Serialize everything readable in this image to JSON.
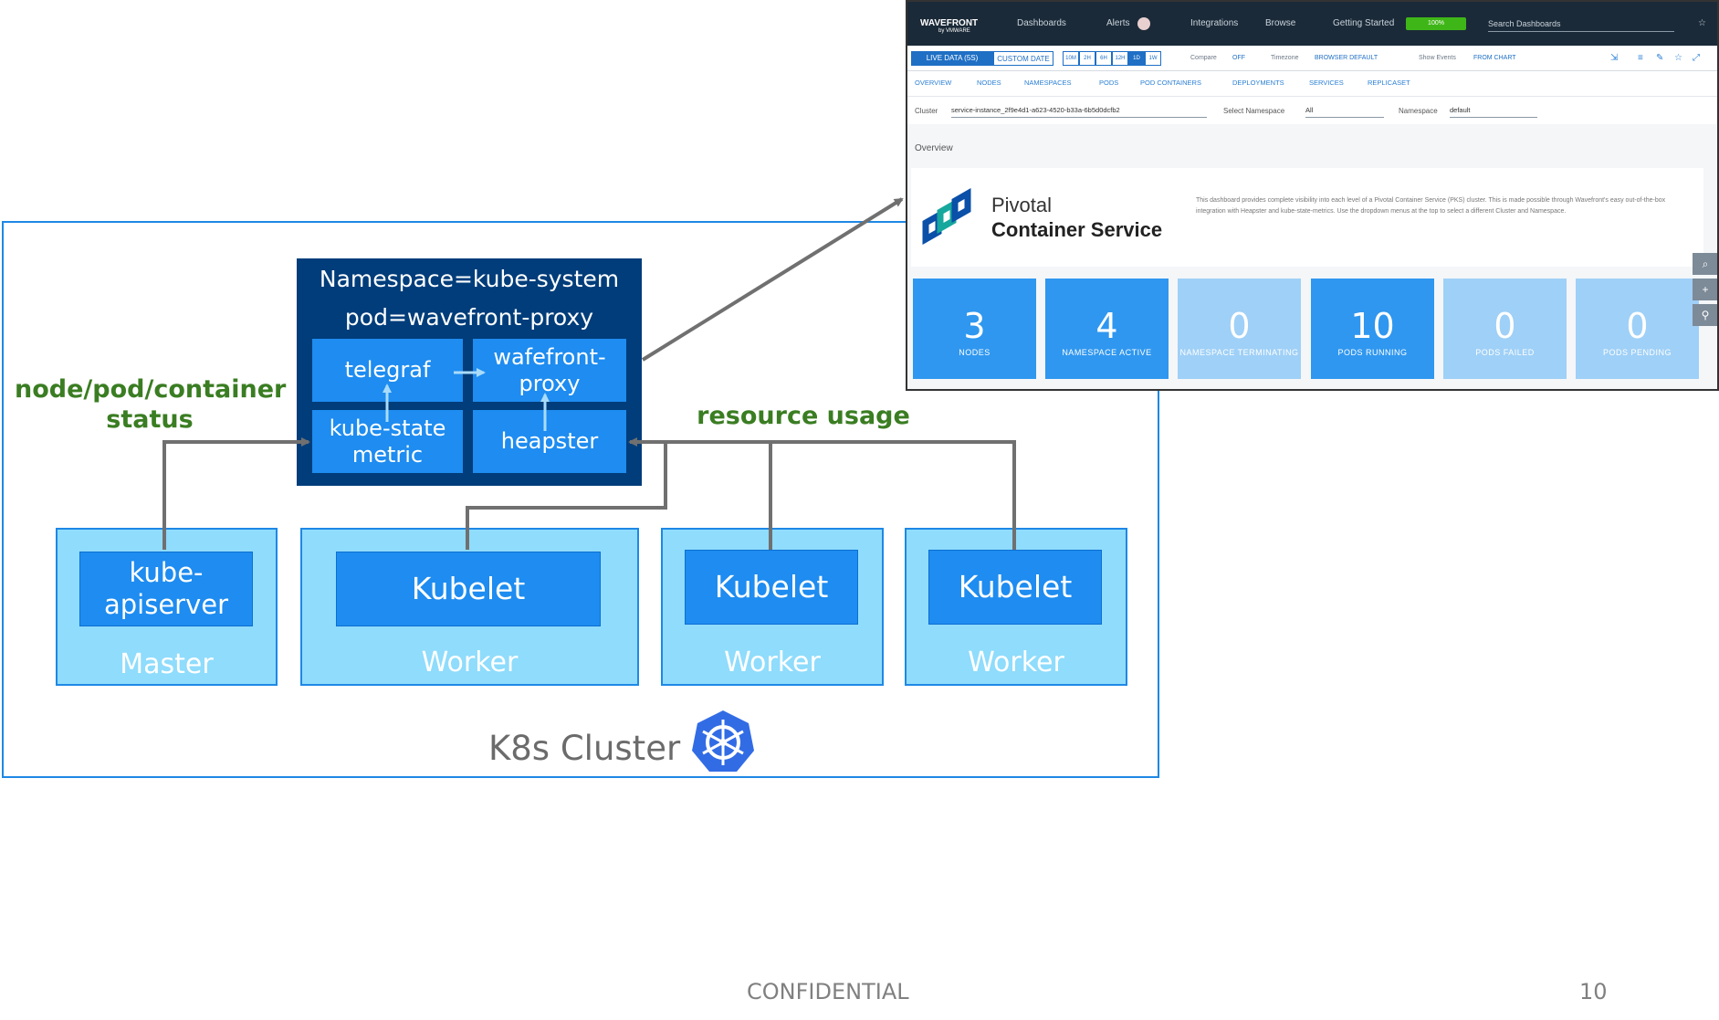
{
  "cluster": {
    "label": "K8s Cluster",
    "namespace_title": "Namespace=kube-system",
    "pod_title": "pod=wavefront-proxy",
    "pod_components": [
      "telegraf",
      "wafefront-proxy",
      "kube-state metric",
      "heapster"
    ],
    "nodes": [
      {
        "inner": "kube-apiserver",
        "role": "Master"
      },
      {
        "inner": "Kubelet",
        "role": "Worker"
      },
      {
        "inner": "Kubelet",
        "role": "Worker"
      },
      {
        "inner": "Kubelet",
        "role": "Worker"
      }
    ],
    "annotations": {
      "left": "node/pod/container status",
      "right": "resource usage"
    }
  },
  "colors": {
    "node_fill": "#8fdcfc",
    "inner_fill": "#1e8cf0",
    "namespace_fill": "#003d7a",
    "annotation_green": "#3a7d22",
    "arrow_gray": "#707070"
  },
  "dashboard": {
    "brand": "WAVEFRONT",
    "brand_sub": "by VMWARE",
    "nav": [
      "Dashboards",
      "Alerts",
      "Integrations",
      "Browse",
      "Getting Started"
    ],
    "getting_started_badge": "100%",
    "search_placeholder": "Search Dashboards",
    "live_data": "LIVE DATA (5S)",
    "custom_date": "CUSTOM DATE",
    "time_ranges": [
      "10M",
      "2H",
      "6H",
      "12H",
      "1D",
      "1W"
    ],
    "compare_label": "Compare",
    "compare_value": "OFF",
    "timezone_label": "Timezone",
    "timezone_value": "BROWSER DEFAULT",
    "show_events_label": "Show Events",
    "show_events_value": "FROM CHART",
    "tabs": [
      "OVERVIEW",
      "NODES",
      "NAMESPACES",
      "PODS",
      "POD CONTAINERS",
      "DEPLOYMENTS",
      "SERVICES",
      "REPLICASET"
    ],
    "filter_cluster_label": "Cluster",
    "filter_cluster_value": "service-instance_2f9e4d1-a623-4520-b33a-6b5d0dcfb2",
    "filter_select_ns_label": "Select Namespace",
    "filter_select_ns_value": "All",
    "filter_ns_label": "Namespace",
    "filter_ns_value": "default",
    "section": "Overview",
    "product_line1": "Pivotal",
    "product_line2": "Container Service",
    "description": "This dashboard provides complete visibility into each level of a Pivotal Container Service (PKS) cluster. This is made possible through Wavefront's easy out-of-the-box integration with Heapster and kube-state-metrics. Use the dropdown menus at the top to select a different Cluster and Namespace.",
    "tiles": [
      {
        "value": "3",
        "label": "NODES",
        "color": "#2f97ef"
      },
      {
        "value": "4",
        "label": "NAMESPACE ACTIVE",
        "color": "#2f97ef"
      },
      {
        "value": "0",
        "label": "NAMESPACE TERMINATING",
        "color": "#9fd0f7"
      },
      {
        "value": "10",
        "label": "PODS RUNNING",
        "color": "#2f97ef"
      },
      {
        "value": "0",
        "label": "PODS FAILED",
        "color": "#9fd0f7"
      },
      {
        "value": "0",
        "label": "PODS PENDING",
        "color": "#9fd0f7"
      }
    ]
  },
  "footer": {
    "confidential": "CONFIDENTIAL",
    "page_number": "10"
  }
}
